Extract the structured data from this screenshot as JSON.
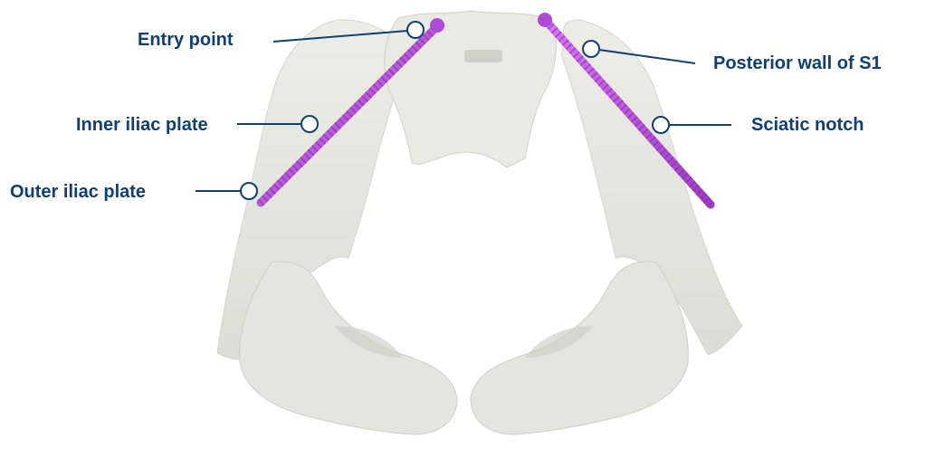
{
  "colors": {
    "label_text": "#0f3f73",
    "leader_line": "#0f3f73",
    "bone": "#e6e7e0",
    "bone_shadow": "#c9cbc2",
    "screw": "#c04fe0",
    "screw_dark": "#8d2fb0"
  },
  "labels": {
    "entry_point": "Entry point",
    "inner_iliac_plate": "Inner iliac plate",
    "outer_iliac_plate": "Outer iliac plate",
    "posterior_wall_s1": "Posterior wall of S1",
    "sciatic_notch": "Sciatic notch"
  },
  "icons": {
    "marker": "circle-marker-icon",
    "screw": "screw-icon"
  }
}
